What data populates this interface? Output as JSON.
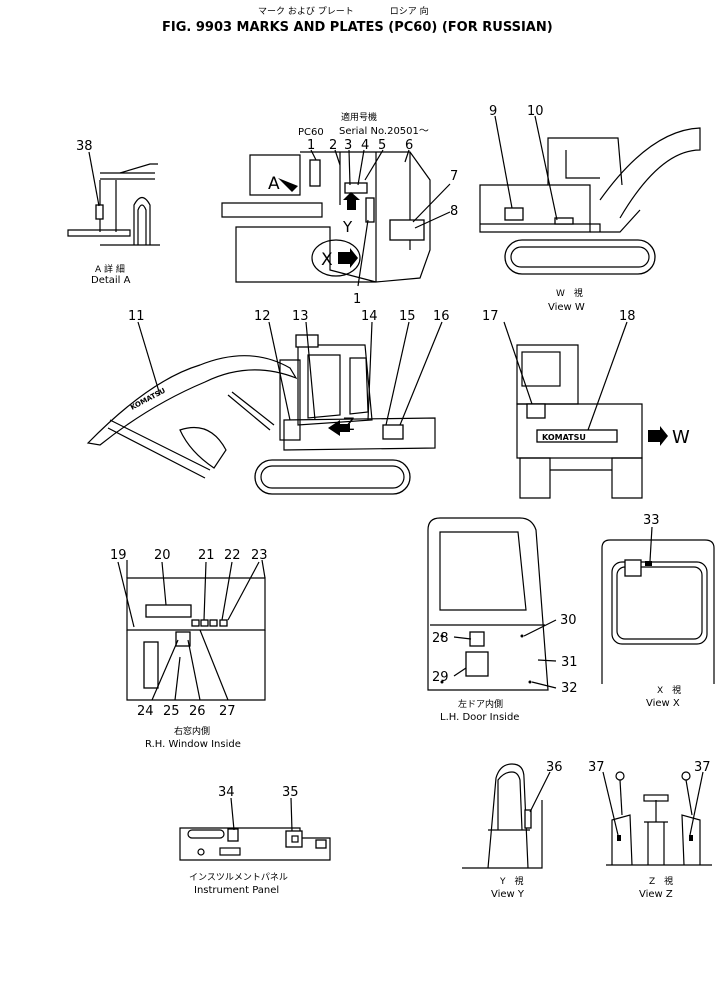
{
  "title": {
    "japanese": "マーク および プレート　　　　ロシア 向",
    "english": "FIG. 9903  MARKS AND PLATES (PC60)  (FOR RUSSIAN)"
  },
  "detail_a": {
    "jp": "A 詳 細",
    "en": "Detail A",
    "callouts": [
      "38"
    ]
  },
  "main_side": {
    "model": "PC60",
    "serial_jp": "適用号機",
    "serial": "Serial No.20501～",
    "view_letters": [
      "A",
      "Y",
      "X"
    ],
    "callouts": [
      "1",
      "2",
      "3",
      "4",
      "5",
      "6",
      "7",
      "8",
      "1"
    ]
  },
  "view_w": {
    "jp": "W　視",
    "en": "View  W",
    "callouts": [
      "9",
      "10"
    ]
  },
  "side_view": {
    "callouts": [
      "11",
      "12",
      "13",
      "14",
      "15",
      "16"
    ],
    "brand": "KOMATSU",
    "view_letter": "Z"
  },
  "front_view": {
    "callouts": [
      "17",
      "18"
    ],
    "brand": "KOMATSU",
    "view_letter": "W"
  },
  "rh_window": {
    "jp": "右窓内側",
    "en": "R.H. Window Inside",
    "callouts": [
      "19",
      "20",
      "21",
      "22",
      "23",
      "24",
      "25",
      "26",
      "27"
    ]
  },
  "lh_door": {
    "jp": "左ドア内側",
    "en": "L.H. Door Inside",
    "callouts": [
      "28",
      "29",
      "30",
      "31",
      "32"
    ]
  },
  "view_x": {
    "jp": "X　視",
    "en": "View  X",
    "callouts": [
      "33"
    ]
  },
  "instrument_panel": {
    "jp": "インスツルメントパネル",
    "en": "Instrument Panel",
    "callouts": [
      "34",
      "35"
    ]
  },
  "view_y": {
    "jp": "Y　視",
    "en": "View  Y",
    "callouts": [
      "36"
    ]
  },
  "view_z": {
    "jp": "Z　視",
    "en": "View  Z",
    "callouts": [
      "37",
      "37"
    ]
  }
}
